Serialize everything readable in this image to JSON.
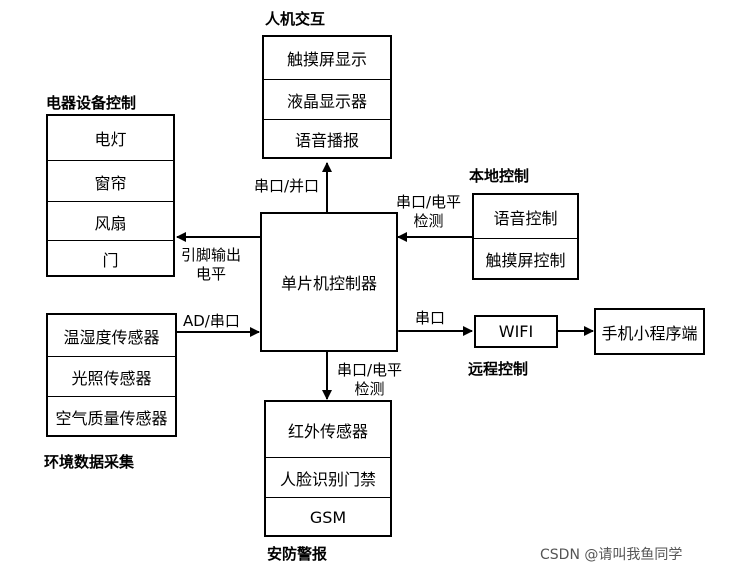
{
  "groups": {
    "human": {
      "title": "人机交互",
      "items": [
        "触摸屏显示",
        "液晶显示器",
        "语音播报"
      ]
    },
    "appliance": {
      "title": "电器设备控制",
      "items": [
        "电灯",
        "窗帘",
        "风扇",
        "门"
      ]
    },
    "local": {
      "title": "本地控制",
      "items": [
        "语音控制",
        "触摸屏控制"
      ]
    },
    "env": {
      "title": "环境数据采集",
      "items": [
        "温湿度传感器",
        "光照传感器",
        "空气质量传感器"
      ]
    },
    "security": {
      "title": "安防警报",
      "items": [
        "红外传感器",
        "人脸识别门禁",
        "GSM"
      ]
    },
    "remote": {
      "title": "远程控制"
    }
  },
  "center": {
    "label": "单片机控制器"
  },
  "wifi": {
    "label": "WIFI"
  },
  "phone": {
    "label": "手机小程序端"
  },
  "links": {
    "human": "串口/并口",
    "appliance_line1": "引脚输出",
    "appliance_line2": "电平",
    "local_line1": "串口/电平",
    "local_line2": "检测",
    "env": "AD/串口",
    "wifi": "串口",
    "security_line1": "串口/电平",
    "security_line2": "检测"
  },
  "watermark": "CSDN @请叫我鱼同学"
}
